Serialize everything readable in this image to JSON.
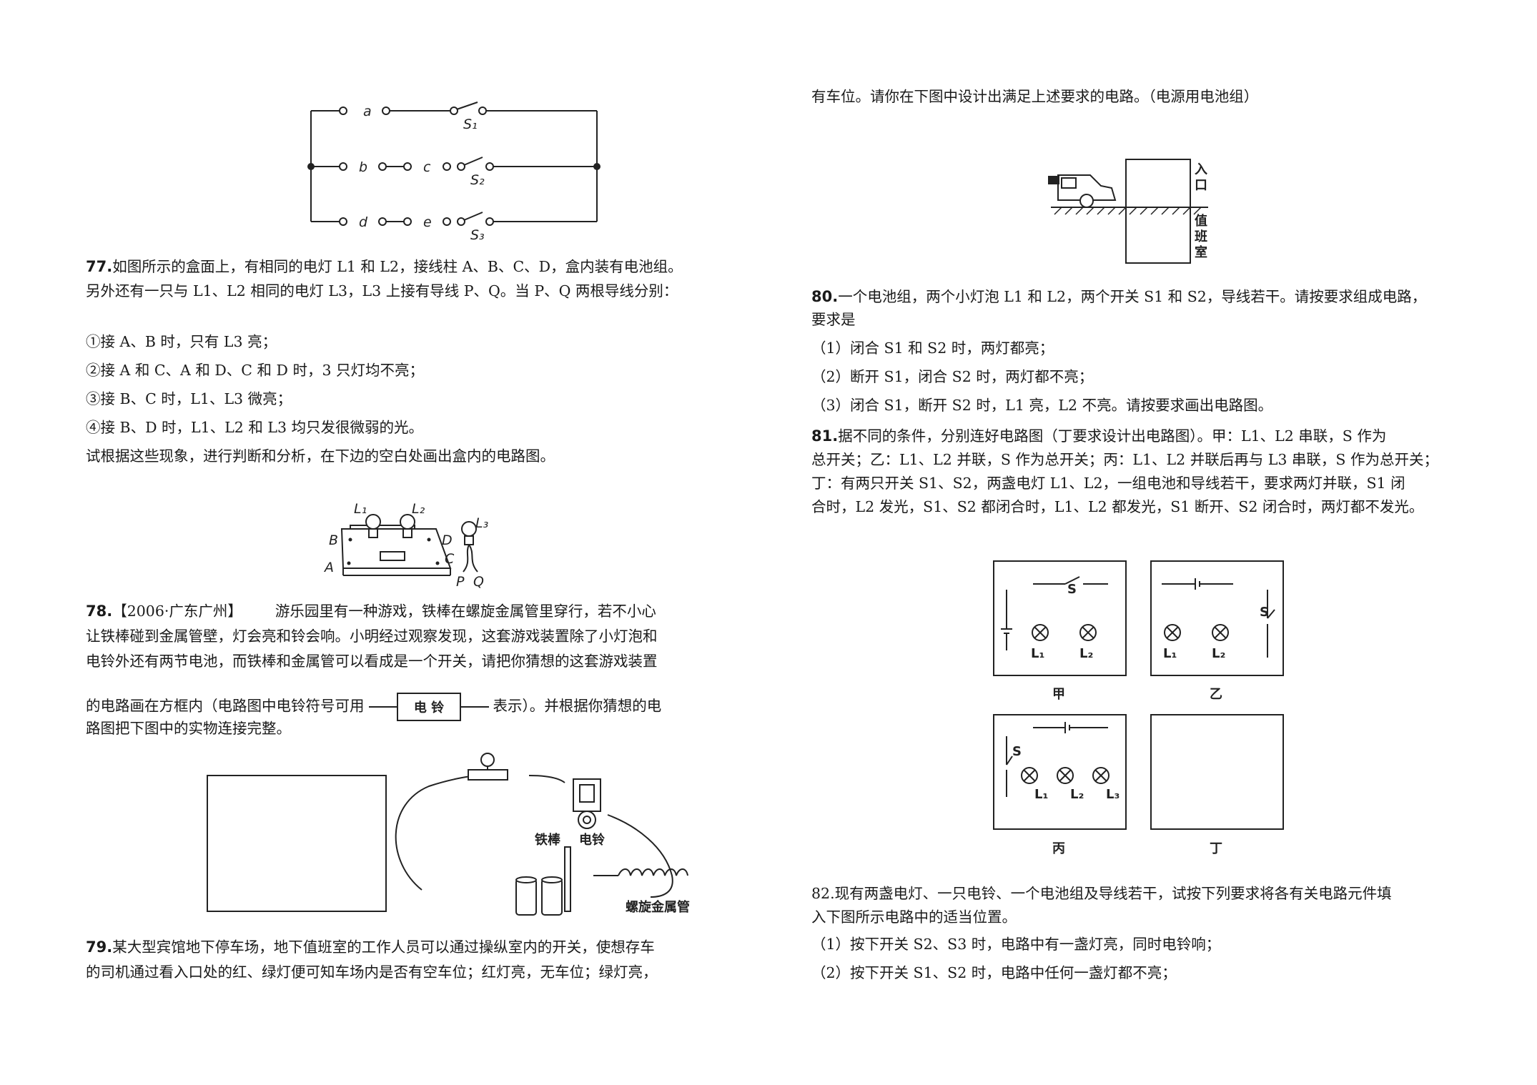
{
  "left": {
    "fig76": {
      "labels": [
        "a",
        "b",
        "c",
        "d",
        "e",
        "S₁",
        "S₂",
        "S₃"
      ]
    },
    "q77": {
      "num": "77.",
      "line1": "如图所示的盒面上，有相同的电灯 L1 和 L2，接线柱 A、B、C、D，盒内装有电池组。",
      "line2": "另外还有一只与 L1、L2 相同的电灯 L3，L3 上接有导线 P、Q。当 P、Q 两根导线分别：",
      "c1": "①接 A、B 时，只有 L3 亮；",
      "c2": "②接 A 和 C、A 和 D、C 和 D 时，3 只灯均不亮；",
      "c3": "③接 B、C 时，L1、L3 微亮；",
      "c4": "④接 B、D 时，L1、L2 和 L3 均只发很微弱的光。",
      "line3": "试根据这些现象，进行判断和分析，在下边的空白处画出盒内的电路图。",
      "fig": {
        "L1": "L₁",
        "L2": "L₂",
        "L3": "L₃",
        "A": "A",
        "B": "B",
        "C": "C",
        "D": "D",
        "P": "P",
        "Q": "Q"
      }
    },
    "q78": {
      "num": "78.",
      "source": "【2006·广东广州】",
      "line1": "游乐园里有一种游戏，铁棒在螺旋金属管里穿行，若不小心",
      "line2": "让铁棒碰到金属管壁，灯会亮和铃会响。小明经过观察发现，这套游戏装置除了小灯泡和",
      "line3": "电铃外还有两节电池，而铁棒和金属管可以看成是一个开关，请把你猜想的这套游戏装置",
      "line4a": "的电路画在方框内（电路图中电铃符号可用",
      "bell_symbol": "电 铃",
      "line4b": "表示）。并根据你猜想的电",
      "line5": "路图把下图中的实物连接完整。",
      "fig": {
        "rod": "铁棒",
        "bell": "电铃",
        "tube": "螺旋金属管"
      }
    },
    "q79": {
      "num": "79.",
      "line1": "某大型宾馆地下停车场，地下值班室的工作人员可以通过操纵室内的开关，使想存车",
      "line2": "的司机通过看入口处的红、绿灯便可知车场内是否有空车位；红灯亮，无车位；绿灯亮，"
    }
  },
  "right": {
    "q79_cont": "有车位。请你在下图中设计出满足上述要求的电路。（电源用电池组）",
    "fig79": {
      "entrance": [
        "入",
        "口"
      ],
      "room": [
        "值",
        "班",
        "室"
      ]
    },
    "q80": {
      "num": "80.",
      "line1": "一个电池组，两个小灯泡 L1 和 L2，两个开关 S1 和 S2，导线若干。请按要求组成电路，",
      "line2": "要求是",
      "c1": "（1）闭合 S1 和 S2 时，两灯都亮；",
      "c2": "（2）断开 S1，闭合 S2 时，两灯都不亮；",
      "c3": "（3）闭合 S1，断开 S2 时，L1 亮，L2 不亮。请按要求画出电路图。"
    },
    "q81": {
      "num": "81.",
      "line1": "据不同的条件，分别连好电路图（丁要求设计出电路图）。甲：L1、L2 串联，S 作为",
      "line2": "总开关；乙：L1、L2 并联，S 作为总开关；丙：L1、L2 并联后再与 L3 串联，S 作为总开关；",
      "line3": "丁：有两只开关 S1、S2，两盏电灯 L1、L2，一组电池和导线若干，要求两灯并联，S1 闭",
      "line4": "合时，L2 发光，S1、S2 都闭合时，L1、L2 都发光，S1 断开、S2 闭合时，两灯都不发光。",
      "fig": {
        "S": "S",
        "L1": "L₁",
        "L2": "L₂",
        "L3": "L₃",
        "captions": [
          "甲",
          "乙",
          "丙",
          "丁"
        ]
      }
    },
    "q82": {
      "line1": "82.现有两盏电灯、一只电铃、一个电池组及导线若干，试按下列要求将各有关电路元件填",
      "line2": "入下图所示电路中的适当位置。",
      "c1": "（1）按下开关 S2、S3 时，电路中有一盏灯亮，同时电铃响；",
      "c2": "（2）按下开关 S1、S2 时，电路中任何一盏灯都不亮；"
    }
  }
}
